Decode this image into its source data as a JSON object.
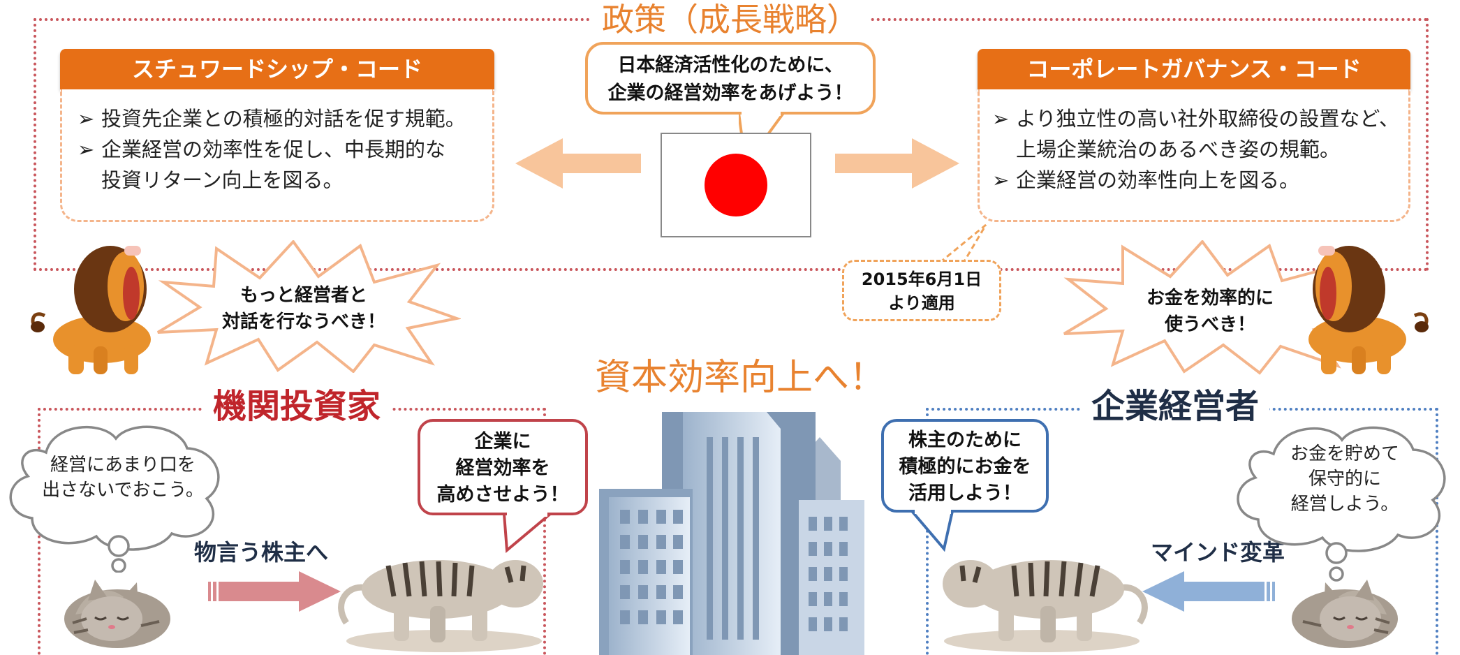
{
  "policy": {
    "title": "政策（成長戦略）",
    "flag_speech": [
      "日本経済活性化のために、",
      "企業の経営効率をあげよう！"
    ],
    "stewardship": {
      "title": "スチュワードシップ・コード",
      "bullets": [
        [
          "投資先企業との積極的対話を促す規範。"
        ],
        [
          "企業経営の効率性を促し、中長期的な",
          "投資リターン向上を図る。"
        ]
      ]
    },
    "governance": {
      "title": "コーポレートガバナンス・コード",
      "bullets": [
        [
          "より独立性の高い社外取締役の設置など、",
          "上場企業統治のあるべき姿の規範。"
        ],
        [
          "企業経営の効率性向上を図る。"
        ]
      ]
    },
    "date_note": [
      "2015年6月1日",
      "より適用"
    ],
    "bullet_mark": "➢"
  },
  "shouts": {
    "left": [
      "もっと経営者と",
      "対話を行なうべき！"
    ],
    "right": [
      "お金を効率的に",
      "使うべき！"
    ]
  },
  "center": {
    "slogan": "資本効率向上へ！"
  },
  "investor": {
    "title": "機関投資家",
    "thought": [
      "経営にあまり口を",
      "出さないでおこう。"
    ],
    "speech": [
      "企業に",
      "経営効率を",
      "高めさせよう！"
    ],
    "arrow_label": "物言う株主へ"
  },
  "manager": {
    "title": "企業経営者",
    "thought": [
      "お金を貯めて",
      "保守的に",
      "経営しよう。"
    ],
    "speech": [
      "株主のために",
      "積極的にお金を",
      "活用しよう！"
    ],
    "arrow_label": "マインド変革"
  },
  "colors": {
    "policy_orange": "#e76f16",
    "investor_red": "#c0252b",
    "manager_navy": "#1f2e46",
    "manager_blue": "#4f7fc1",
    "flag_red": "#ff0000"
  }
}
